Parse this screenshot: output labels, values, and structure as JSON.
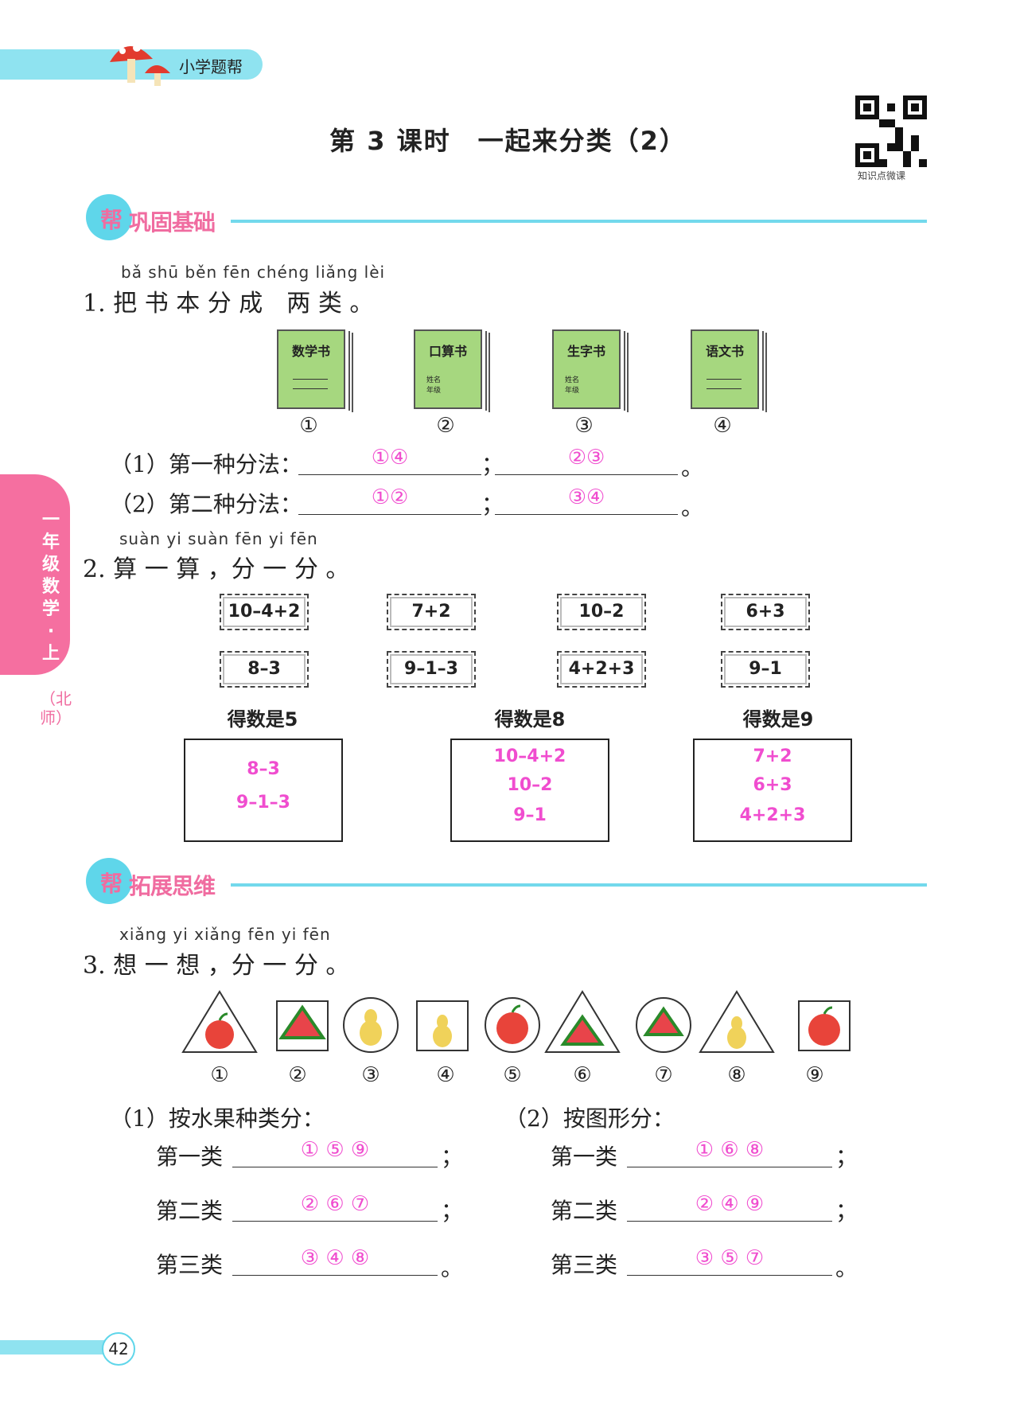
{
  "header": {
    "brand": "小学题帮",
    "title": "第 3 课时　一起来分类（2）",
    "qr_caption": "知识点微课"
  },
  "side": {
    "tab": "一年级数学·上",
    "edition": "（北师）"
  },
  "sections": {
    "basic": "巩固基础",
    "extend": "拓展思维",
    "badge": "帮"
  },
  "q1": {
    "pinyin": "bǎ  shū  běn  fēn  chéng  liǎng  lèi",
    "stem": "1. 把 书 本 分 成　两 类 。",
    "books": [
      {
        "title": "数学书",
        "num": "①"
      },
      {
        "title": "口算书",
        "num": "②",
        "small": "姓名\n年级"
      },
      {
        "title": "生字书",
        "num": "③",
        "small": "姓名\n年级"
      },
      {
        "title": "语文书",
        "num": "④"
      }
    ],
    "m1_label": "（1）第一种分法：",
    "m1_a": "①④",
    "m1_b": "②③",
    "m2_label": "（2）第二种分法：",
    "m2_a": "①②",
    "m2_b": "③④",
    "sep": "；",
    "end": "。"
  },
  "q2": {
    "pinyin": "suàn  yi  suàn      fēn  yi  fēn",
    "stem": "2. 算 一 算 ，分 一 分 。",
    "cards_row1": [
      "10–4+2",
      "7+2",
      "10–2",
      "6+3"
    ],
    "cards_row2": [
      "8–3",
      "9–1–3",
      "4+2+3",
      "9–1"
    ],
    "groups": [
      {
        "label": "得数是5",
        "answers": [
          "8–3",
          "9–1–3"
        ]
      },
      {
        "label": "得数是8",
        "answers": [
          "10–4+2",
          "10–2",
          "9–1"
        ]
      },
      {
        "label": "得数是9",
        "answers": [
          "7+2",
          "6+3",
          "4+2+3"
        ]
      }
    ]
  },
  "q3": {
    "pinyin": "xiǎng  yi  xiǎng      fēn  yi  fēn",
    "stem": "3. 想 一 想 ，分 一 分 。",
    "items": [
      "①",
      "②",
      "③",
      "④",
      "⑤",
      "⑥",
      "⑦",
      "⑧",
      "⑨"
    ],
    "p1_label": "（1）按水果种类分：",
    "p2_label": "（2）按图形分：",
    "cls": [
      "第一类",
      "第二类",
      "第三类"
    ],
    "p1_ans": [
      "①  ⑤  ⑨",
      "②  ⑥  ⑦",
      "③  ④  ⑧"
    ],
    "p2_ans": [
      "①  ⑥  ⑧",
      "②  ④  ⑨",
      "③  ⑤  ⑦"
    ],
    "semi": "；",
    "end": "。"
  },
  "page": {
    "number": "42"
  },
  "colors": {
    "accent": "#5fd6ea",
    "pink": "#f06ca0",
    "answer": "#f04dcf",
    "book": "#a6d77f"
  }
}
